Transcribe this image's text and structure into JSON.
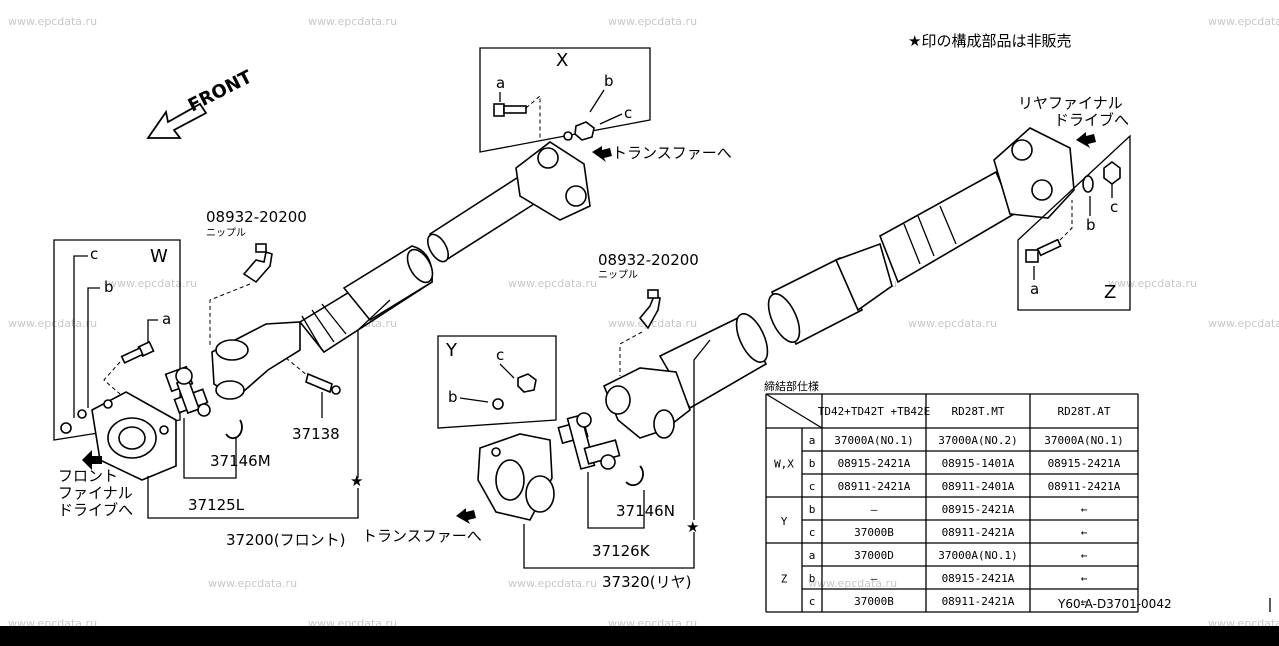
{
  "watermark": "www.epcdata.ru",
  "note": "★印の構成部品は非販売",
  "front_label": "FRONT",
  "diagram_code": "Y60-A-D3701-0042",
  "groups": {
    "x": {
      "letter": "X",
      "a": "a",
      "b": "b",
      "c": "c"
    },
    "w": {
      "letter": "W",
      "a": "a",
      "b": "b",
      "c": "c"
    },
    "y": {
      "letter": "Y",
      "b": "b",
      "c": "c"
    },
    "z": {
      "letter": "Z",
      "a": "a",
      "b": "b",
      "c": "c"
    }
  },
  "labels": {
    "nipple_front_part": "08932-20200",
    "nipple_front_name": "ニップル",
    "nipple_rear_part": "08932-20200",
    "nipple_rear_name": "ニップル",
    "p37138": "37138",
    "p37146m": "37146M",
    "p37125l": "37125L",
    "p37200": "37200(フロント)",
    "to_transfer_front": "トランスファーへ",
    "to_transfer_top": "トランスファーへ",
    "front_final_l1": "フロント",
    "front_final_l2": "ファイナル",
    "front_final_l3": "ドライブへ",
    "rear_final_l1": "リヤファイナル",
    "rear_final_l2": "ドライブへ",
    "p37146n": "37146N",
    "p37126k": "37126K",
    "p37320": "37320(リヤ)",
    "star": "★"
  },
  "spec_table": {
    "title": "締結部仕様",
    "headers": [
      "TD42+TD42T +TB42E",
      "RD28T.MT",
      "RD28T.AT"
    ],
    "rows": [
      {
        "group": "W,X",
        "sub": "a",
        "cells": [
          "37000A(NO.1)",
          "37000A(NO.2)",
          "37000A(NO.1)"
        ]
      },
      {
        "group": "",
        "sub": "b",
        "cells": [
          "08915-2421A",
          "08915-1401A",
          "08915-2421A"
        ]
      },
      {
        "group": "",
        "sub": "c",
        "cells": [
          "08911-2421A",
          "08911-2401A",
          "08911-2421A"
        ]
      },
      {
        "group": "Y",
        "sub": "b",
        "cells": [
          "—",
          "08915-2421A",
          "←"
        ]
      },
      {
        "group": "",
        "sub": "c",
        "cells": [
          "37000B",
          "08911-2421A",
          "←"
        ]
      },
      {
        "group": "Z",
        "sub": "a",
        "cells": [
          "37000D",
          "37000A(NO.1)",
          "←"
        ]
      },
      {
        "group": "",
        "sub": "b",
        "cells": [
          "—",
          "08915-2421A",
          "←"
        ]
      },
      {
        "group": "",
        "sub": "c",
        "cells": [
          "37000B",
          "08911-2421A",
          "←"
        ]
      }
    ]
  }
}
